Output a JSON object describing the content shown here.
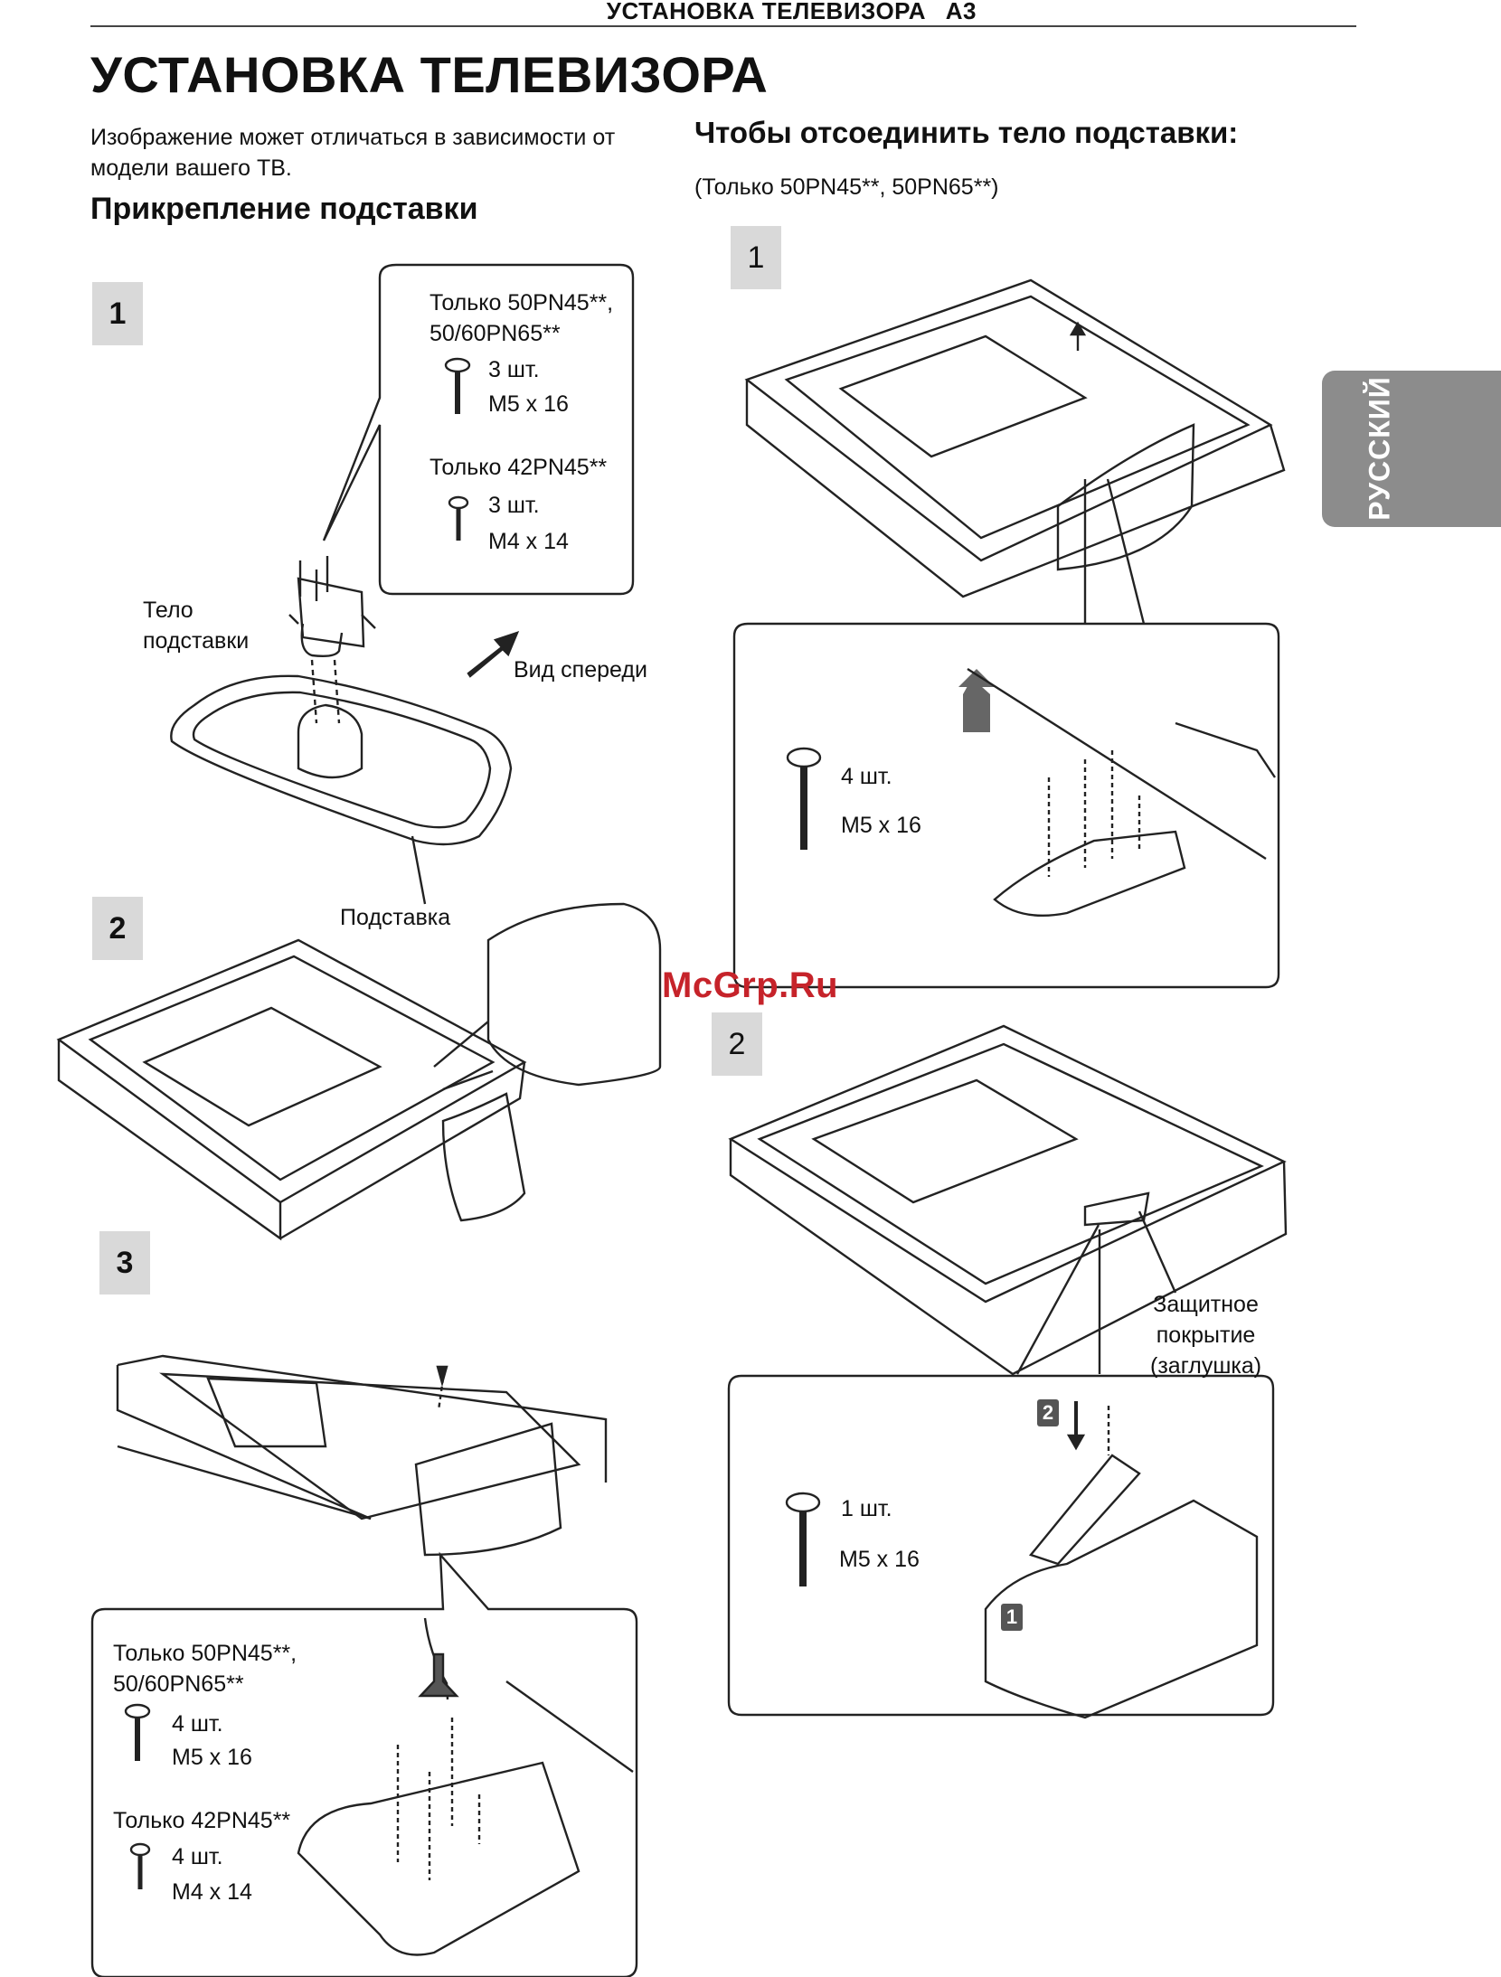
{
  "header": {
    "title": "УСТАНОВКА ТЕЛЕВИЗОРА",
    "page": "A3"
  },
  "page_title": "УСТАНОВКА ТЕЛЕВИЗОРА",
  "intro": "Изображение может отличаться в зависимости от модели вашего ТВ.",
  "attach": {
    "title": "Прикрепление подставки",
    "step1": {
      "num": "1",
      "models_a": [
        "Только 50PN45**,",
        "50/60PN65**"
      ],
      "qty_a": "3 шт.",
      "size_a": "M5 x 16",
      "models_b": "Только 42PN45**",
      "qty_b": "3 шт.",
      "size_b": "M4 x 14",
      "stand_body": [
        "Тело",
        "подставки"
      ],
      "front_view": "Вид спереди",
      "stand": "Подставка"
    },
    "step2": {
      "num": "2"
    },
    "step3": {
      "num": "3",
      "models_a": [
        "Только 50PN45**,",
        "50/60PN65**"
      ],
      "qty_a": "4 шт.",
      "size_a": "M5 x 16",
      "models_b": "Только 42PN45**",
      "qty_b": "4 шт.",
      "size_b": "M4 x 14"
    }
  },
  "detach": {
    "title": "Чтобы отсоединить тело подставки:",
    "models": "(Только 50PN45**, 50PN65**)",
    "step1": {
      "num": "1",
      "qty": "4 шт.",
      "size": "M5 x 16"
    },
    "step2": {
      "num": "2",
      "qty": "1 шт.",
      "size": "M5 x 16",
      "cover": [
        "Защитное",
        "покрытие",
        "(заглушка)"
      ],
      "badge_1": "1",
      "badge_2": "2"
    }
  },
  "language_tab": "РУССКИЙ",
  "watermark": "McGrp.Ru"
}
